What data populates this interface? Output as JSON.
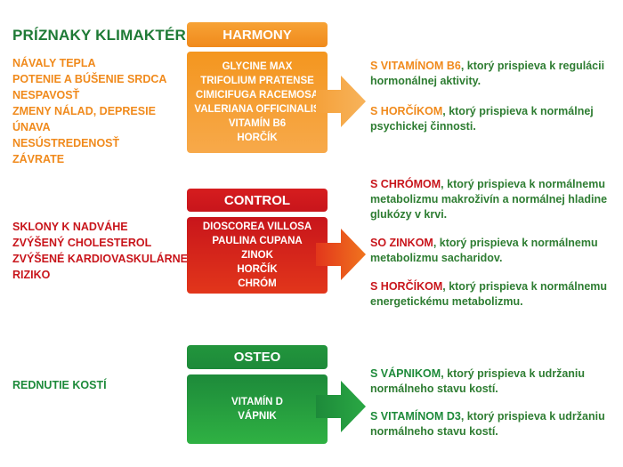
{
  "title": "PRÍZNAKY KLIMAKTÉRIA",
  "colors": {
    "orange": "#f08a1c",
    "orange_light": "#f7a235",
    "red": "#c8151b",
    "red_light": "#e23219",
    "green": "#1d8a3a",
    "green_light": "#29a83f",
    "benefit_green": "#2e7d32"
  },
  "groups": [
    {
      "id": "harmony",
      "name": "HARMONY",
      "symptoms": [
        "NÁVALY TEPLA",
        "POTENIE A BÚŠENIE SRDCA",
        "NESPAVOSŤ",
        "ZMENY NÁLAD, DEPRESIE",
        "ÚNAVA",
        "NESÚSTREDENOSŤ",
        "ZÁVRATE"
      ],
      "ingredients": [
        "GLYCINE MAX",
        "TRIFOLIUM PRATENSE",
        "CIMICIFUGA RACEMOSA",
        "VALERIANA OFFICINALIS",
        "VITAMÍN B6",
        "HORČÍK"
      ],
      "benefits": [
        {
          "key": "S VITAMÍNOM B6",
          "text": ", ktorý prispieva k regulácii hormonálnej aktivity."
        },
        {
          "key": "S HORČÍKOM",
          "text": ", ktorý prispieva k normálnej psychickej činnosti."
        }
      ]
    },
    {
      "id": "control",
      "name": "CONTROL",
      "symptoms": [
        "SKLONY K NADVÁHE",
        "ZVÝŠENÝ CHOLESTEROL",
        "ZVÝŠENÉ KARDIOVASKULÁRNE",
        "RIZIKO"
      ],
      "ingredients": [
        "DIOSCOREA VILLOSA",
        "PAULINA CUPANA",
        "ZINOK",
        "HORČÍK",
        "CHRÓM"
      ],
      "benefits": [
        {
          "key": "S CHRÓMOM",
          "text": ", ktorý prispieva k normálnemu metabolizmu makroživín a normálnej hladine glukózy v krvi."
        },
        {
          "key": "SO ZINKOM",
          "text": ", ktorý prispieva k normálnemu metabolizmu sacharidov."
        },
        {
          "key": "S HORČÍKOM",
          "text": ", ktorý prispieva k normálnemu energetickému metabolizmu."
        }
      ]
    },
    {
      "id": "osteo",
      "name": "OSTEO",
      "symptoms": [
        "REDNUTIE KOSTÍ"
      ],
      "ingredients": [
        "VITAMÍN D",
        "VÁPNIK"
      ],
      "benefits": [
        {
          "key": "S VÁPNIKOM",
          "text": ", ktorý prispieva k udržaniu normálneho stavu kostí."
        },
        {
          "key": "S VITAMÍNOM D3",
          "text": ", ktorý prispieva k udržaniu normálneho stavu kostí."
        }
      ]
    }
  ]
}
